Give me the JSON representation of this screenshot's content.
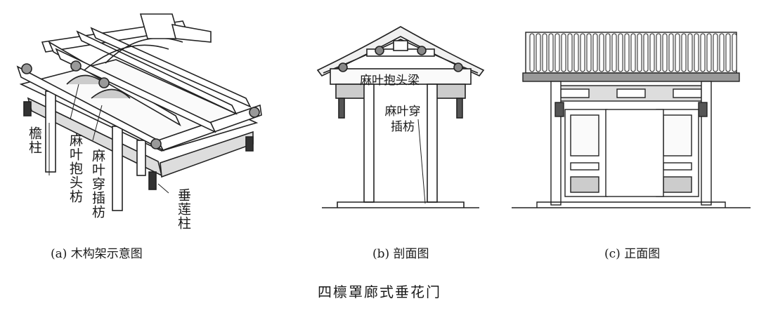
{
  "figure": {
    "title": "四檩罩廊式垂花门"
  },
  "panels": [
    {
      "id": "a",
      "caption": "(a) 木构架示意图",
      "labels": {
        "eave_column": "檐柱",
        "mayeyebaotoufang": "麻叶抱头枋",
        "mayechuanchafang": "麻叶穿插枋",
        "chuilianzhu": "垂莲柱"
      }
    },
    {
      "id": "b",
      "caption": "(b) 剖面图",
      "labels": {
        "mayebaotouliang": "麻叶抱头梁",
        "mayechuanchafang": "麻叶穿插枋"
      }
    },
    {
      "id": "c",
      "caption": "(c) 正面图"
    }
  ]
}
